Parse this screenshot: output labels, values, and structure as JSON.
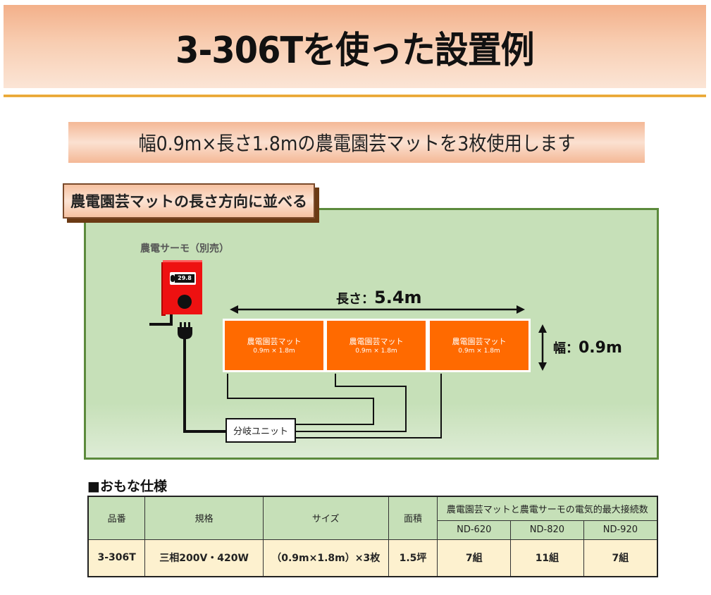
{
  "header": {
    "title": "3-306Tを使った設置例"
  },
  "subtitle": "幅0.9m×長さ1.8mの農電園芸マットを3枚使用します",
  "diagram": {
    "section_label": "農電園芸マットの長さ方向に並べる",
    "thermostat": {
      "label": "農電サーモ（別売）",
      "readout": "29.8"
    },
    "length": {
      "label": "長さ：",
      "value": "5.4m"
    },
    "width": {
      "label": "幅：",
      "value": "0.9m"
    },
    "mats": [
      {
        "name": "農電園芸マット",
        "size": "0.9m × 1.8m"
      },
      {
        "name": "農電園芸マット",
        "size": "0.9m × 1.8m"
      },
      {
        "name": "農電園芸マット",
        "size": "0.9m × 1.8m"
      }
    ],
    "branch_unit": "分岐ユニット",
    "colors": {
      "panel_bg": "#c6e0b8",
      "panel_border": "#5c8a3c",
      "mat": "#ff6a00",
      "thermostat": "#ee1111"
    }
  },
  "specs": {
    "heading": "■おもな仕様",
    "columns": {
      "model": "品番",
      "rating": "規格",
      "size": "サイズ",
      "area": "面積",
      "max_connections": "農電園芸マットと農電サーモの電気的最大接続数",
      "thermostats": [
        "ND-620",
        "ND-820",
        "ND-920"
      ]
    },
    "rows": [
      {
        "model": "3-306T",
        "rating": "三相200V・420W",
        "size": "（0.9m×1.8m）×3枚",
        "area": "1.5坪",
        "connections": [
          "7組",
          "11組",
          "7組"
        ]
      }
    ]
  }
}
